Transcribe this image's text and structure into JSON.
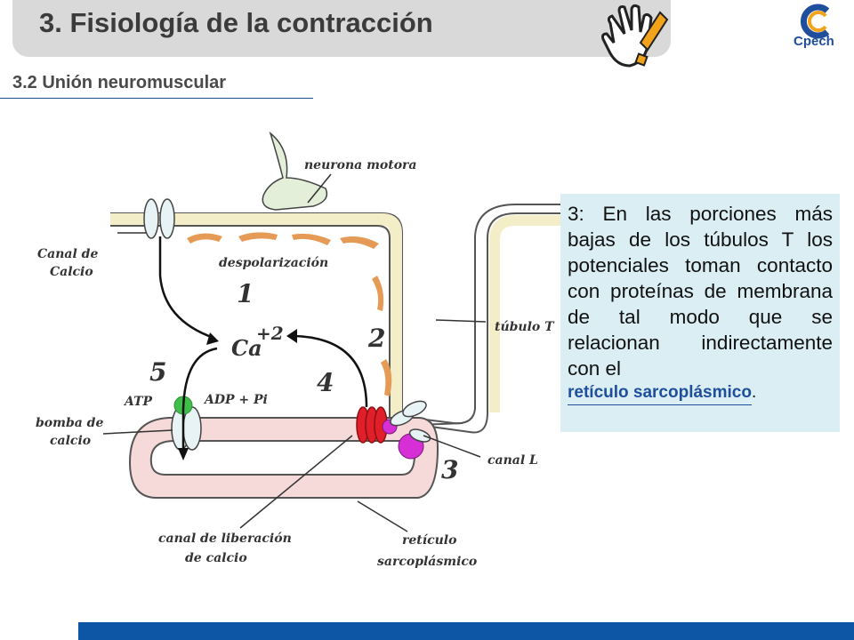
{
  "header": {
    "title": "3. Fisiología de la contracción",
    "subtitle": "3.2 Unión neuromuscular",
    "logo_text": "Cpech"
  },
  "diagram": {
    "labels": {
      "neurona": "neurona motora",
      "canal_calcio_1": "Canal de",
      "canal_calcio_2": "Calcio",
      "despol": "despolarización",
      "tubulo": "túbulo T",
      "atp": "ATP",
      "adp": "ADP + Pi",
      "bomba_1": "bomba de",
      "bomba_2": "calcio",
      "canal_l": "canal L",
      "canal_lib_1": "canal de liberación",
      "canal_lib_2": "de calcio",
      "reticulo_1": "retículo",
      "reticulo_2": "sarcoplásmico",
      "ca": "Ca",
      "ca_charge": "+2"
    },
    "numbers": [
      "1",
      "2",
      "3",
      "4",
      "5"
    ]
  },
  "callout": {
    "text": "3: En las porciones más bajas de los túbulos T los potenciales toman contacto con proteínas de membrana de tal modo que se relacionan indirectamente con el",
    "link": "retículo sarcoplásmico ",
    "suffix": "."
  },
  "colors": {
    "title_bar": "#d9d9d9",
    "callout_bg": "#daeef3",
    "footer": "#0d56a6",
    "link": "#1f4e9c"
  }
}
